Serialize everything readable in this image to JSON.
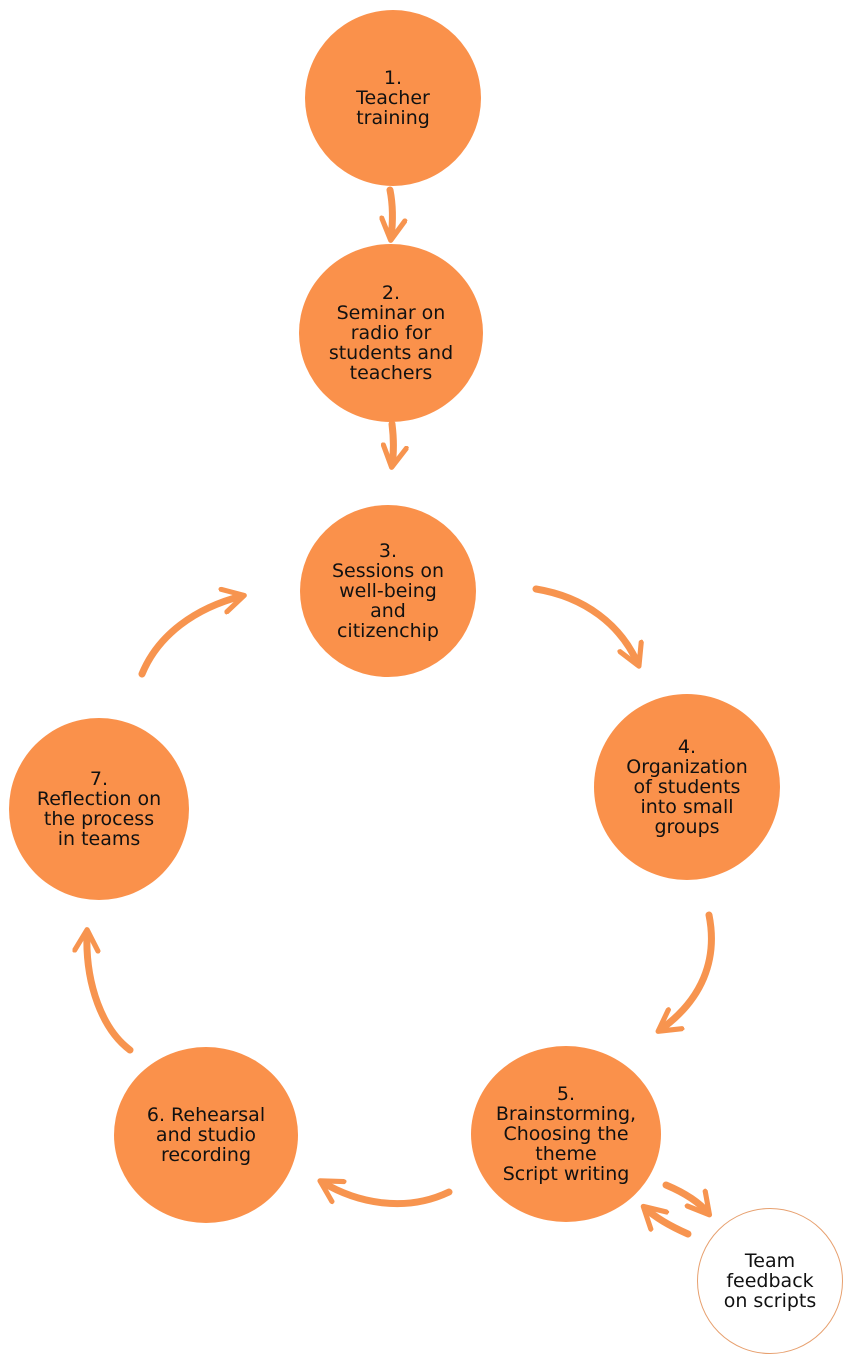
{
  "colors": {
    "node_fill": "#FA914B",
    "arrow": "#F7944F",
    "outline": "#E7A06F",
    "text": "#111111"
  },
  "steps": [
    {
      "label": "1.\nTeacher\ntraining"
    },
    {
      "label": "2.\nSeminar on\nradio for\nstudents and\nteachers"
    },
    {
      "label": "3.\nSessions on\nwell-being\nand\ncitizenchip"
    },
    {
      "label": "4.\nOrganization\nof students\ninto small\ngroups"
    },
    {
      "label": "5.\nBrainstorming,\nChoosing the\ntheme\nScript writing"
    },
    {
      "label": "6. Rehearsal\nand studio\nrecording"
    },
    {
      "label": "7.\nReflection on\nthe process\nin teams"
    }
  ],
  "feedback": {
    "label": "Team\nfeedback\non scripts"
  }
}
